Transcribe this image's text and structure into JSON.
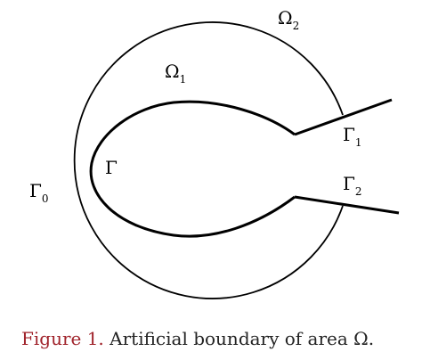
{
  "diagram": {
    "labels": {
      "omega2": {
        "main": "Ω",
        "sub": "2"
      },
      "omega1": {
        "main": "Ω",
        "sub": "1"
      },
      "gamma": {
        "main": "Γ"
      },
      "gamma0": {
        "main": "Γ",
        "sub": "0"
      },
      "gamma1": {
        "main": "Γ",
        "sub": "1"
      },
      "gamma2": {
        "main": "Γ",
        "sub": "2"
      }
    }
  },
  "caption": {
    "label": "Figure 1.",
    "text": " Artificial boundary of area Ω."
  },
  "colors": {
    "caption_label": "#a0232b",
    "caption_text": "#222222",
    "stroke": "#000000"
  }
}
